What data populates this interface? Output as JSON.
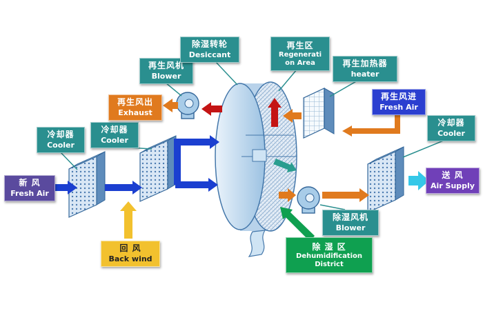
{
  "colors": {
    "teal": "#2a8f8f",
    "purple": "#5a4a9e",
    "violet": "#7040b8",
    "orange": "#e07a1e",
    "yellow": "#f2c12e",
    "blue": "#2b3fd0",
    "green": "#0fa050",
    "arrow_blue": "#1b3fd0",
    "arrow_red": "#c41414",
    "arrow_orange": "#e07a1e",
    "arrow_yellow": "#f2c12e",
    "arrow_cyan": "#35c8e8",
    "arrow_teal": "#2a9d8f",
    "arrow_green": "#0fa050"
  },
  "labels": {
    "fresh_air": {
      "zh": "新  风",
      "en": "Fresh Air"
    },
    "cooler_left1": {
      "zh": "冷却器",
      "en": "Cooler"
    },
    "cooler_left2": {
      "zh": "冷却器",
      "en": "Cooler"
    },
    "back_wind": {
      "zh": "回  风",
      "en": "Back wind"
    },
    "regen_blower": {
      "zh": "再生风机",
      "en": "Blower"
    },
    "exhaust": {
      "zh": "再生风出",
      "en": "Exhaust"
    },
    "desiccant": {
      "zh": "除湿转轮",
      "en": "Desiccant"
    },
    "regen_area": {
      "zh": "再生区",
      "en1": "Regenerati",
      "en2": "on Area"
    },
    "heater": {
      "zh": "再生加热器",
      "en": "heater"
    },
    "regen_fresh_air": {
      "zh": "再生风进",
      "en": "Fresh Air"
    },
    "cooler_right": {
      "zh": "冷却器",
      "en": "Cooler"
    },
    "air_supply": {
      "zh": "送  风",
      "en": "Air Supply"
    },
    "dehumid_blower": {
      "zh": "除湿风机",
      "en": "Blower"
    },
    "dehumid_district": {
      "zh": "除 湿 区",
      "en1": "Dehumidification",
      "en2": "District"
    }
  }
}
